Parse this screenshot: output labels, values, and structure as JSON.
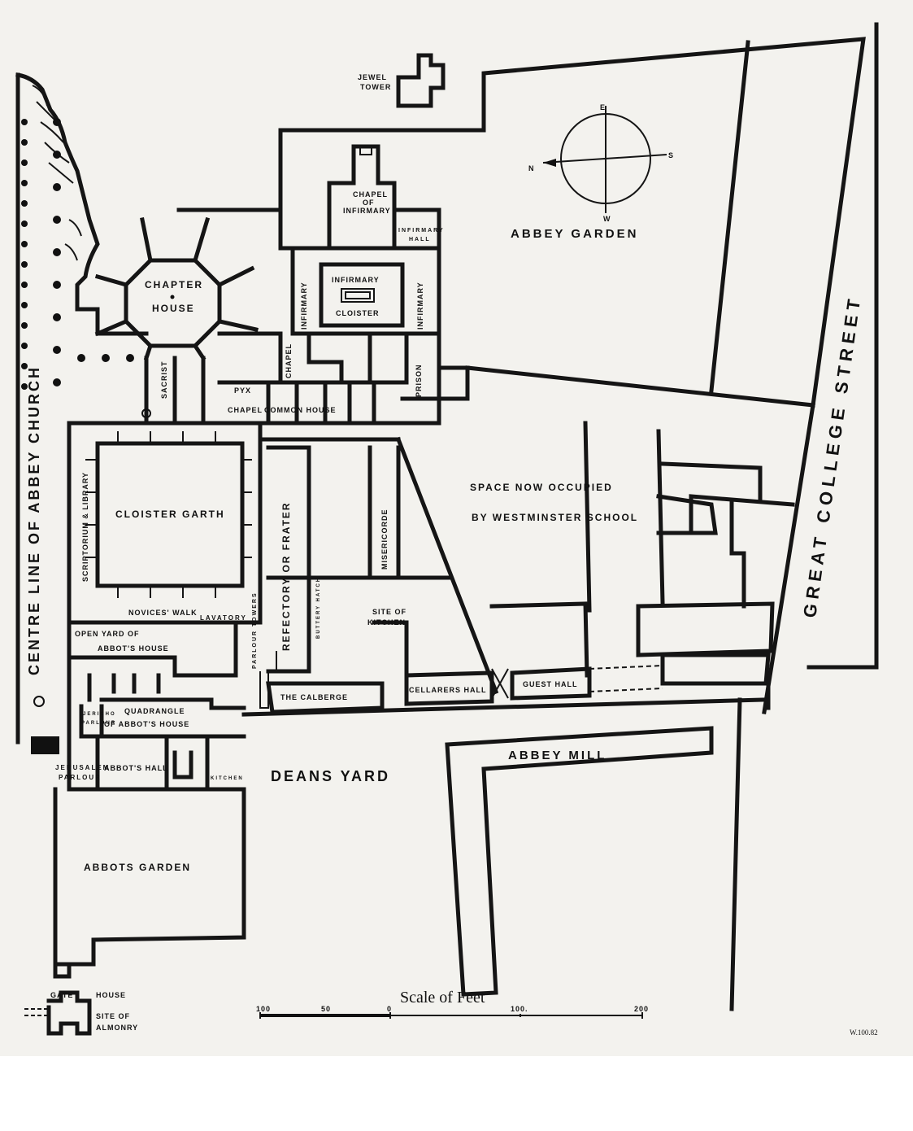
{
  "labels": {
    "jewel_tower": [
      "JEWEL",
      "TOWER"
    ],
    "abbey_garden": "ABBEY GARDEN",
    "chapel_of_infirmary": [
      "CHAPEL",
      "OF",
      "INFIRMARY"
    ],
    "infirmary_hall": [
      "INFIRMARY",
      "HALL"
    ],
    "chapter_house": [
      "CHAPTER",
      "HOUSE"
    ],
    "infirmary_cloister": [
      "INFIRMARY",
      "CLOISTER"
    ],
    "infirmary": "INFIRMARY",
    "chapel": "CHAPEL",
    "prison": "PRISON",
    "sacrist": "SACRIST",
    "pyx_chapel": [
      "PYX",
      "CHAPEL"
    ],
    "common_house": "COMMON HOUSE",
    "centre_line": "CENTRE LINE OF ABBEY CHURCH",
    "scriptorium_library": "SCRIPTORIUM & LIBRARY",
    "cloister_garth": "CLOISTER GARTH",
    "refectory_frater": "REFECTORY OR FRATER",
    "misericorde": "MISERICORDE",
    "westminster_school": [
      "SPACE NOW OCCUPIED",
      "BY WESTMINSTER SCHOOL"
    ],
    "great_college_street": "GREAT COLLEGE STREET",
    "novices_walk": "NOVICES' WALK",
    "lavatory": "LAVATORY",
    "parlour_towers": "PARLOUR TOWERS",
    "buttery_hatch": "BUTTERY HATCH",
    "site_of_kitchen": [
      "SITE OF",
      "KITCHEN"
    ],
    "open_yard": [
      "OPEN YARD OF",
      "ABBOT'S HOUSE"
    ],
    "the_calberge": "THE CALBERGE",
    "cellarers_hall": "CELLARERS HALL",
    "guest_hall": "GUEST HALL",
    "quadrangle": [
      "QUADRANGLE",
      "OF ABBOT'S HOUSE"
    ],
    "jericho_parlour": [
      "JERICHO",
      "PARLOUR"
    ],
    "abbey_mill": "ABBEY MILL",
    "jerusalem_parlour": [
      "JERUSALEM",
      "PARLOUR"
    ],
    "abbots_hall": "ABBOT'S HALL",
    "kitchen": "KITCHEN",
    "deans_yard": "DEANS YARD",
    "abbots_garden": "ABBOTS GARDEN",
    "gate_house": [
      "GATE",
      "HOUSE"
    ],
    "site_of_almonry": [
      "SITE OF",
      "ALMONRY"
    ]
  },
  "compass": {
    "e": "E",
    "s": "S",
    "w": "W",
    "n": "N"
  },
  "scale": {
    "title": "Scale of Feet",
    "ticks": [
      "100",
      "50",
      "0",
      "100.",
      "200"
    ]
  },
  "signature": "W.100.82"
}
